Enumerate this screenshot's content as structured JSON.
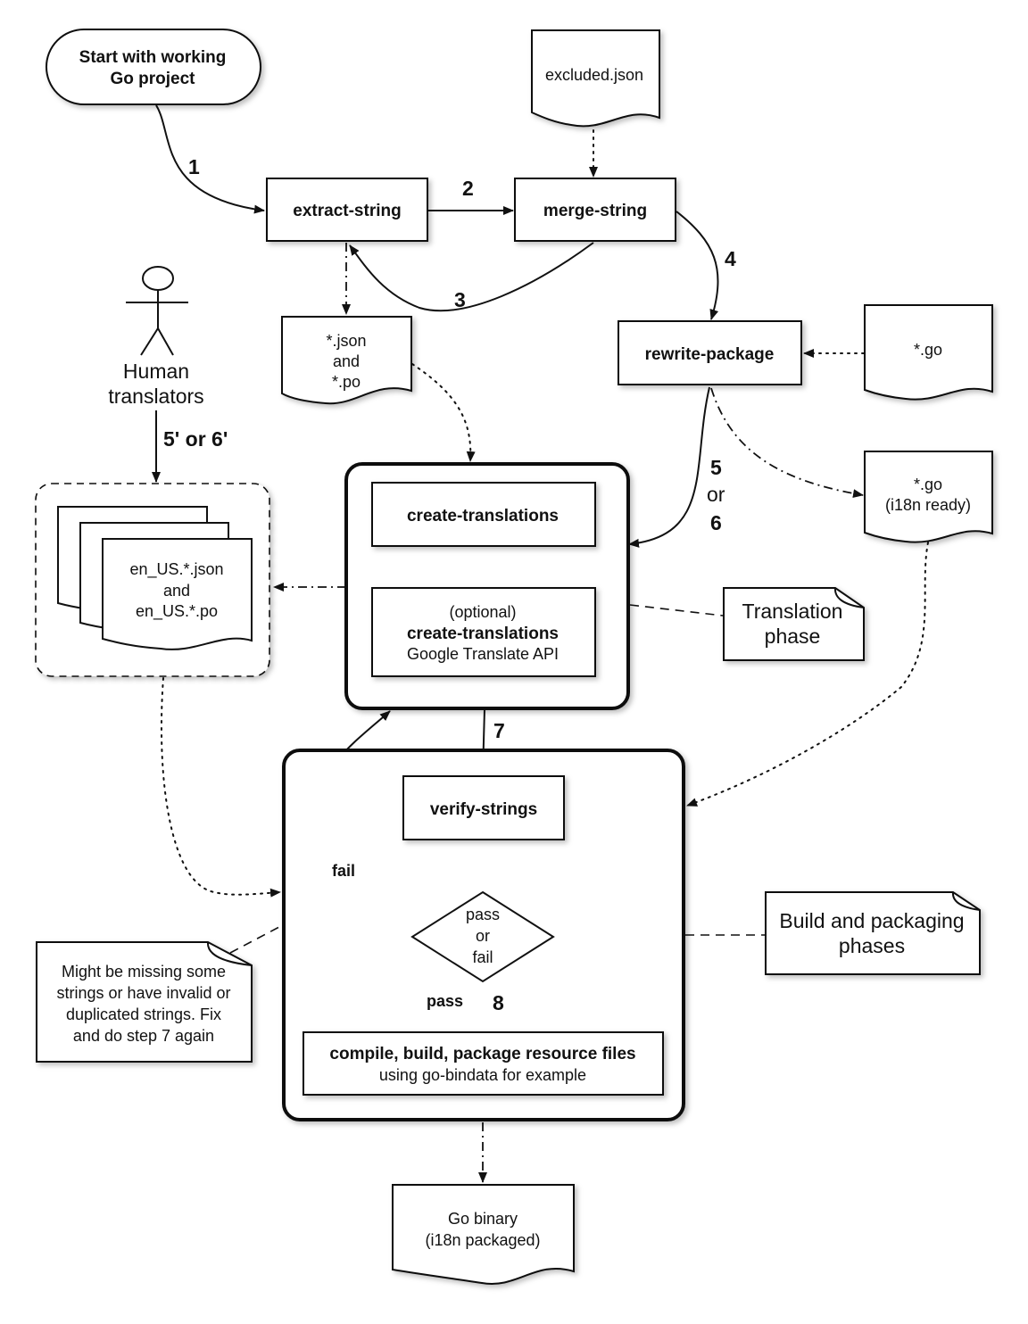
{
  "nodes": {
    "start": [
      "Start with working",
      "Go project"
    ],
    "excluded_json": "excluded.json",
    "extract_string": "extract-string",
    "merge_string": "merge-string",
    "json_po": [
      "*.json",
      "and",
      "*.po"
    ],
    "rewrite_package": "rewrite-package",
    "go_files": "*.go",
    "go_i18n_ready": [
      "*.go",
      "(i18n ready)"
    ],
    "human_translators": [
      "Human",
      "translators"
    ],
    "en_us_files": [
      "en_US.*.json",
      "and",
      "en_US.*.po"
    ],
    "create_translations": "create-translations",
    "create_translations_google": {
      "line1": "(optional)",
      "line2": "create-translations",
      "line3": "Google Translate API"
    },
    "translation_phase_note": [
      "Translation",
      "phase"
    ],
    "verify_strings": "verify-strings",
    "decision": [
      "pass",
      "or",
      "fail"
    ],
    "compile_build": {
      "line1": "compile, build, package resource files",
      "line2": "using go-bindata for example"
    },
    "build_phase_note": [
      "Build and packaging",
      "phases"
    ],
    "missing_note": [
      "Might be missing some",
      "strings or have invalid or",
      "duplicated strings. Fix",
      "and do step 7 again"
    ],
    "go_binary": [
      "Go binary",
      "(i18n packaged)"
    ]
  },
  "edge_labels": {
    "step1": "1",
    "step2": "2",
    "step3": "3",
    "step4": "4",
    "step5_6": [
      "5",
      "or",
      "6"
    ],
    "step5p_6p": "5' or 6'",
    "step7": "7",
    "step8": "8",
    "fail": "fail",
    "pass": "pass"
  }
}
